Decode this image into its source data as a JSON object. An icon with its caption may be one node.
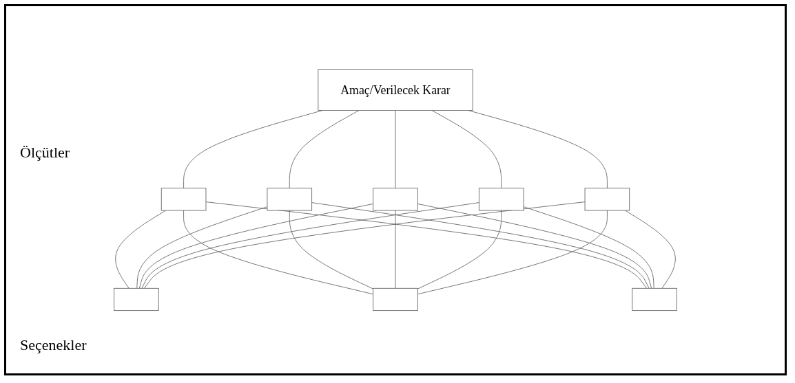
{
  "diagram": {
    "nodes": [
      {
        "text": [
          "Amaç/Verilecek Karar"
        ]
      },
      {
        "text": [],
        "shape": "box"
      },
      {
        "text": [],
        "shape": "box"
      },
      {
        "text": [],
        "shape": "box"
      },
      {
        "text": [],
        "shape": "box"
      },
      {
        "text": [],
        "shape": "box"
      },
      {
        "text": [],
        "shape": "box"
      },
      {
        "text": [],
        "shape": "box"
      },
      {
        "text": [],
        "shape": "box"
      }
    ],
    "edges": [
      {
        "from": 0,
        "to": 1,
        "arrow": "none"
      },
      {
        "from": 0,
        "to": 2,
        "arrow": "none"
      },
      {
        "from": 0,
        "to": 3,
        "arrow": "none"
      },
      {
        "from": 0,
        "to": 4,
        "arrow": "none"
      },
      {
        "from": 0,
        "to": 5,
        "arrow": "none"
      },
      {
        "from": 1,
        "to": 6,
        "arrow": "none"
      },
      {
        "from": 1,
        "to": 7,
        "arrow": "none"
      },
      {
        "from": 1,
        "to": 8,
        "arrow": "none"
      },
      {
        "from": 2,
        "to": 6,
        "arrow": "none"
      },
      {
        "from": 2,
        "to": 7,
        "arrow": "none"
      },
      {
        "from": 2,
        "to": 8,
        "arrow": "none"
      },
      {
        "from": 3,
        "to": 6,
        "arrow": "none"
      },
      {
        "from": 3,
        "to": 7,
        "arrow": "none"
      },
      {
        "from": 3,
        "to": 8,
        "arrow": "none"
      },
      {
        "from": 4,
        "to": 6,
        "arrow": "none"
      },
      {
        "from": 4,
        "to": 7,
        "arrow": "none"
      },
      {
        "from": 4,
        "to": 8,
        "arrow": "none"
      },
      {
        "from": 5,
        "to": 6,
        "arrow": "none"
      },
      {
        "from": 5,
        "to": 7,
        "arrow": "none"
      },
      {
        "from": 5,
        "to": 8,
        "arrow": "none"
      }
    ],
    "labels": [
      "Ölçütler",
      "Seçenekler"
    ]
  }
}
